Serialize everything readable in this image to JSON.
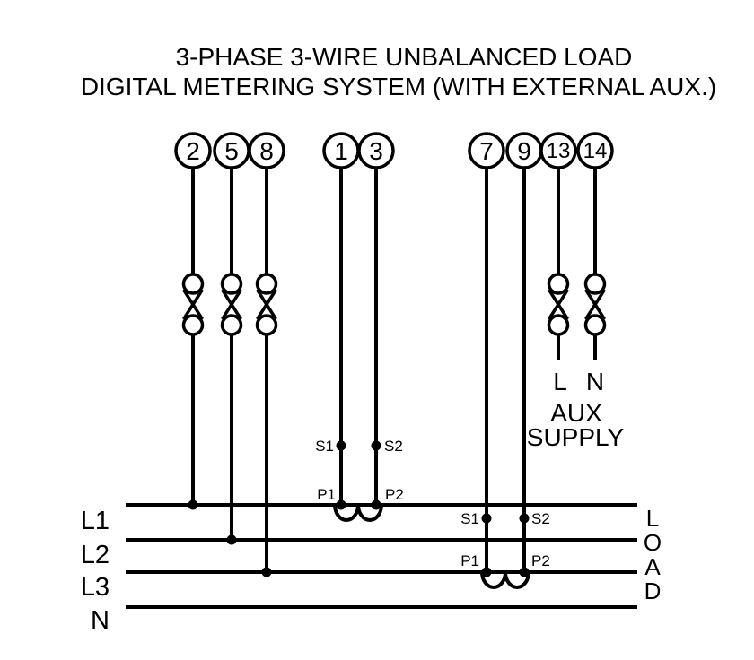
{
  "colors": {
    "ink": "#000000",
    "paper": "#ffffff"
  },
  "title": {
    "line1": "3-PHASE 3-WIRE UNBALANCED LOAD",
    "line2": "DIGITAL METERING SYSTEM (WITH EXTERNAL AUX.)"
  },
  "terminals": [
    {
      "label": "2"
    },
    {
      "label": "5"
    },
    {
      "label": "8"
    },
    {
      "label": "1"
    },
    {
      "label": "3"
    },
    {
      "label": "7"
    },
    {
      "label": "9"
    },
    {
      "label": "13"
    },
    {
      "label": "14"
    }
  ],
  "ct1": {
    "s1": "S1",
    "s2": "S2",
    "p1": "P1",
    "p2": "P2"
  },
  "ct2": {
    "s1": "S1",
    "s2": "S2",
    "p1": "P1",
    "p2": "P2"
  },
  "aux": {
    "l_label": "L",
    "n_label": "N",
    "name_line1": "AUX",
    "name_line2": "SUPPLY"
  },
  "buses": [
    {
      "label": "L1"
    },
    {
      "label": "L2"
    },
    {
      "label": "L3"
    },
    {
      "label": "N"
    }
  ],
  "load": {
    "letters": [
      "L",
      "O",
      "A",
      "D"
    ]
  }
}
